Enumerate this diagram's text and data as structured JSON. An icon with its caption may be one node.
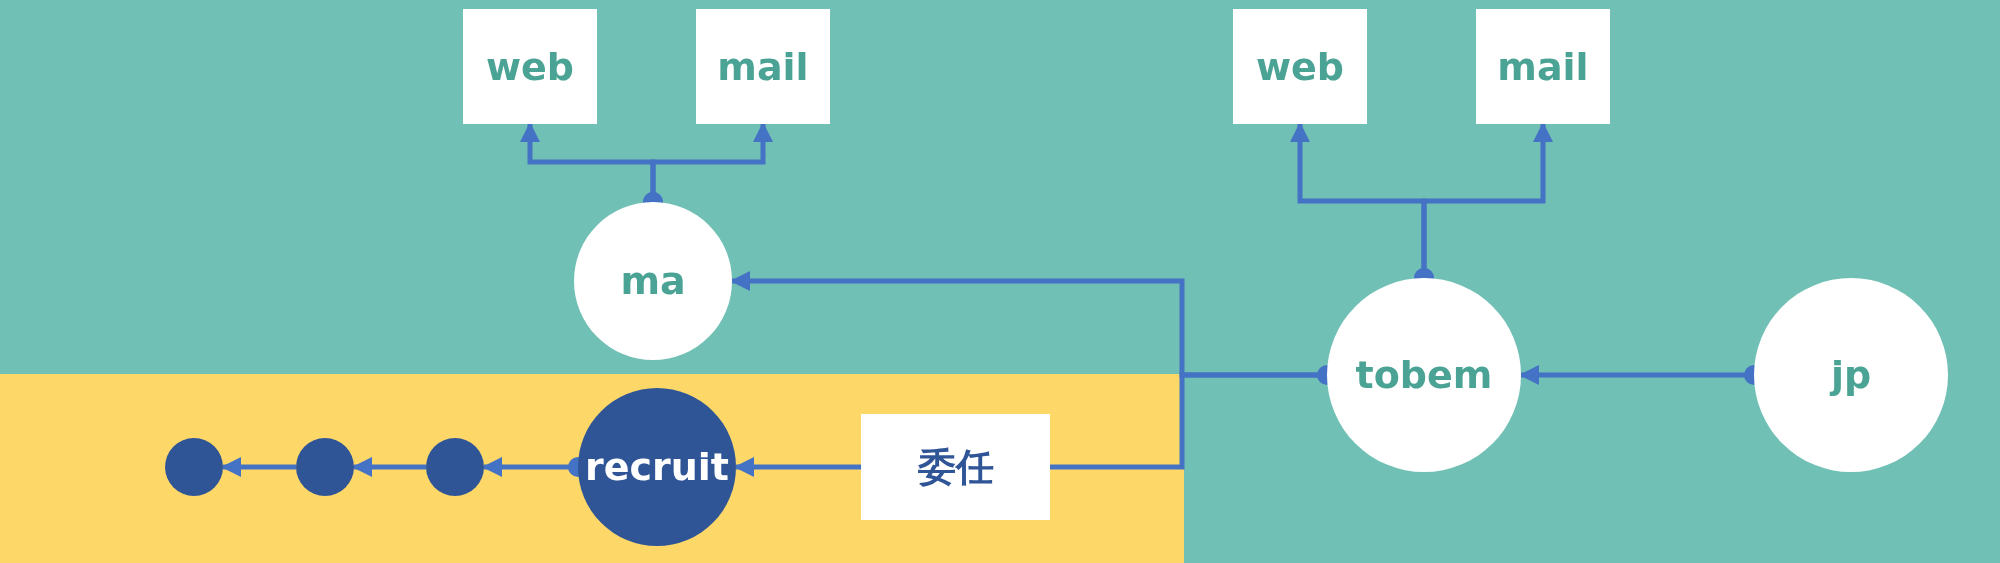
{
  "diagram": {
    "nodes": [
      {
        "text": [
          "web"
        ]
      },
      {
        "text": [
          "mail"
        ]
      },
      {
        "text": [
          "ma"
        ]
      },
      {
        "text": [
          "web"
        ]
      },
      {
        "text": [
          "mail"
        ]
      },
      {
        "text": [
          "tobem"
        ]
      },
      {
        "text": [
          "jp"
        ]
      },
      {
        "text": [
          "委任"
        ]
      },
      {
        "text": [
          "recruit"
        ]
      },
      {
        "text": [],
        "shape": "circle"
      },
      {
        "text": [],
        "shape": "circle"
      },
      {
        "text": [],
        "shape": "circle"
      }
    ],
    "edges": [
      {
        "from": 2,
        "to": 0,
        "arrow": "to"
      },
      {
        "from": 2,
        "to": 1,
        "arrow": "to"
      },
      {
        "from": 5,
        "to": 3,
        "arrow": "to"
      },
      {
        "from": 5,
        "to": 4,
        "arrow": "to"
      },
      {
        "from": 6,
        "to": 5,
        "arrow": "to"
      },
      {
        "from": 5,
        "to": 2,
        "arrow": "to"
      },
      {
        "from": 5,
        "to": 7,
        "arrow": "none"
      },
      {
        "from": 7,
        "to": 8,
        "arrow": "to"
      },
      {
        "from": 8,
        "to": 11,
        "arrow": "to"
      },
      {
        "from": 11,
        "to": 10,
        "arrow": "to"
      },
      {
        "from": 10,
        "to": 9,
        "arrow": "to"
      }
    ]
  }
}
